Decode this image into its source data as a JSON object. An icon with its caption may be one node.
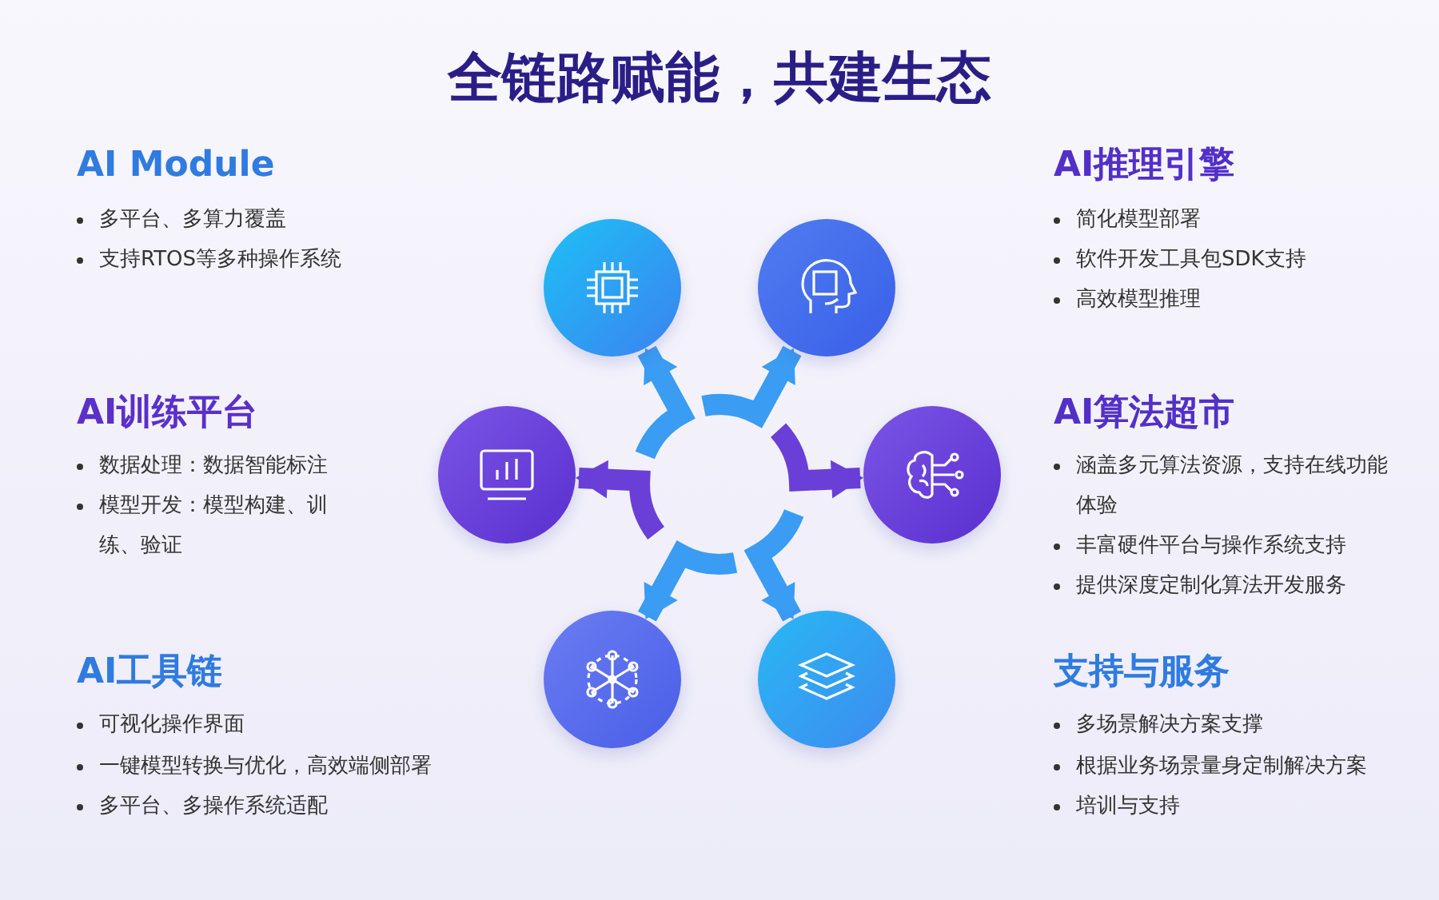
{
  "diagram": {
    "title": "全链路赋能，共建生态",
    "nodes": [
      {
        "text": [],
        "shape": "circle"
      },
      {
        "text": [],
        "shape": "circle"
      },
      {
        "text": [],
        "shape": "circle"
      },
      {
        "text": [],
        "shape": "circle"
      },
      {
        "text": [],
        "shape": "circle"
      },
      {
        "text": [],
        "shape": "circle"
      }
    ],
    "edges": [
      {
        "from": null,
        "to": 0,
        "arrow": "to"
      },
      {
        "from": null,
        "to": 1,
        "arrow": "to"
      },
      {
        "from": null,
        "to": 2,
        "arrow": "to",
        "color": "#6a3fd8"
      },
      {
        "from": null,
        "to": 3,
        "arrow": "to",
        "color": "#6a3fd8"
      },
      {
        "from": null,
        "to": 4,
        "arrow": "to"
      },
      {
        "from": null,
        "to": 5,
        "arrow": "to"
      }
    ],
    "labels": [
      "AI Module",
      "多平台、多算力覆盖",
      "支持RTOS等多种操作系统",
      "AI推理引擎",
      "简化模型部署",
      "软件开发工具包SDK支持",
      "高效模型推理",
      "AI训练平台",
      "数据处理：数据智能标注",
      "模型开发：模型构建、训练、验证",
      "AI算法超市",
      "涵盖多元算法资源，支持在线功能体验",
      "丰富硬件平台与操作系统支持",
      "提供深度定制化算法开发服务",
      "AI工具链",
      "可视化操作界面",
      "一键模型转换与优化，高效端侧部署",
      "多平台、多操作系统适配",
      "支持与服务",
      "多场景解决方案支撑",
      "根据业务场景量身定制解决方案",
      "培训与支持"
    ]
  }
}
